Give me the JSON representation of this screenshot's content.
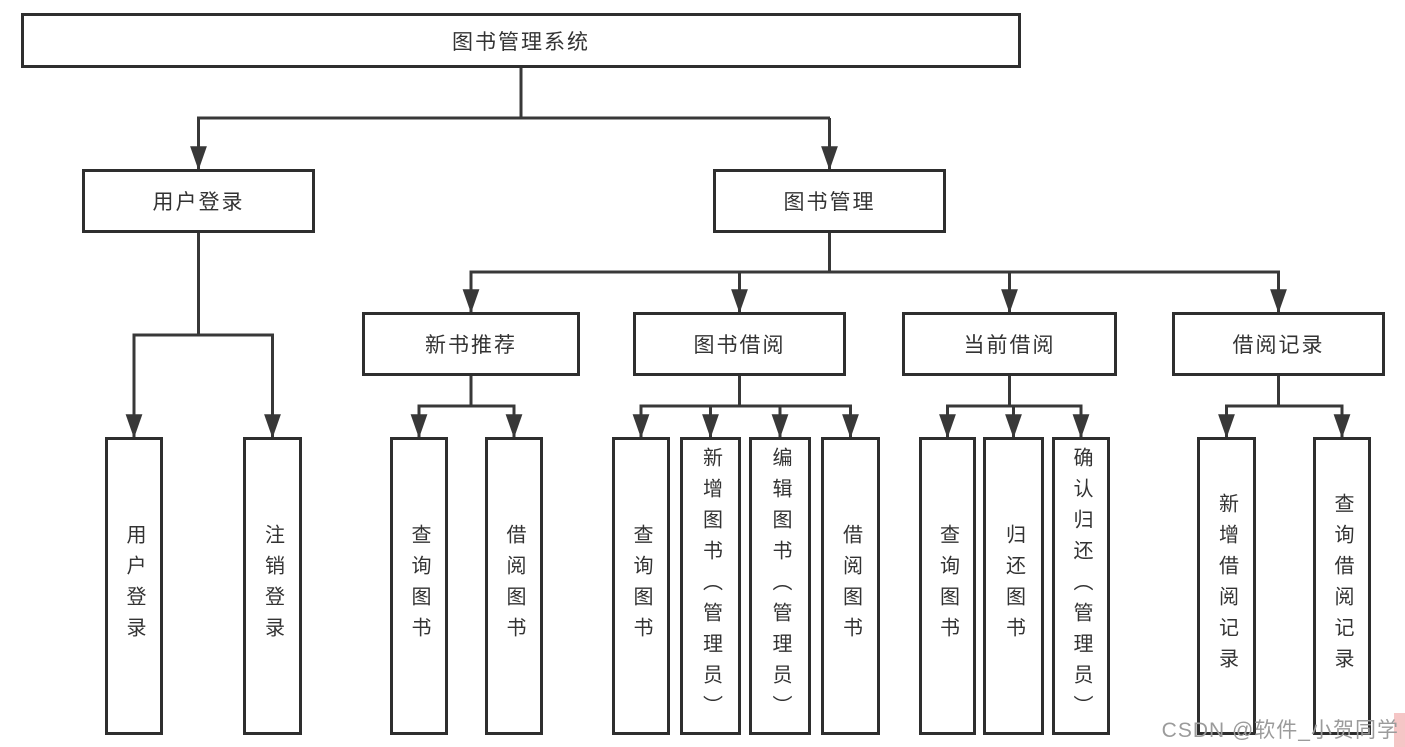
{
  "diagram_type": "hierarchy",
  "colors": {
    "line": "#383838",
    "box_border": "#2e2e2e",
    "box_fill": "#ffffff",
    "text": "#333333",
    "watermark_text": "#9b9b9b",
    "watermark_accent": "#f5c6c6"
  },
  "tree": {
    "label": "图书管理系统",
    "children": [
      {
        "label": "用户登录",
        "children": [
          {
            "label": "用户登录"
          },
          {
            "label": "注销登录"
          }
        ]
      },
      {
        "label": "图书管理",
        "children": [
          {
            "label": "新书推荐",
            "children": [
              {
                "label": "查询图书"
              },
              {
                "label": "借阅图书"
              }
            ]
          },
          {
            "label": "图书借阅",
            "children": [
              {
                "label": "查询图书"
              },
              {
                "label": "新增图书（管理员）"
              },
              {
                "label": "编辑图书（管理员）"
              },
              {
                "label": "借阅图书"
              }
            ]
          },
          {
            "label": "当前借阅",
            "children": [
              {
                "label": "查询图书"
              },
              {
                "label": "归还图书"
              },
              {
                "label": "确认归还（管理员）"
              }
            ]
          },
          {
            "label": "借阅记录",
            "children": [
              {
                "label": "新增借阅记录"
              },
              {
                "label": "查询借阅记录"
              }
            ]
          }
        ]
      }
    ]
  },
  "watermark": {
    "text": "CSDN @软件_小贺同学"
  }
}
